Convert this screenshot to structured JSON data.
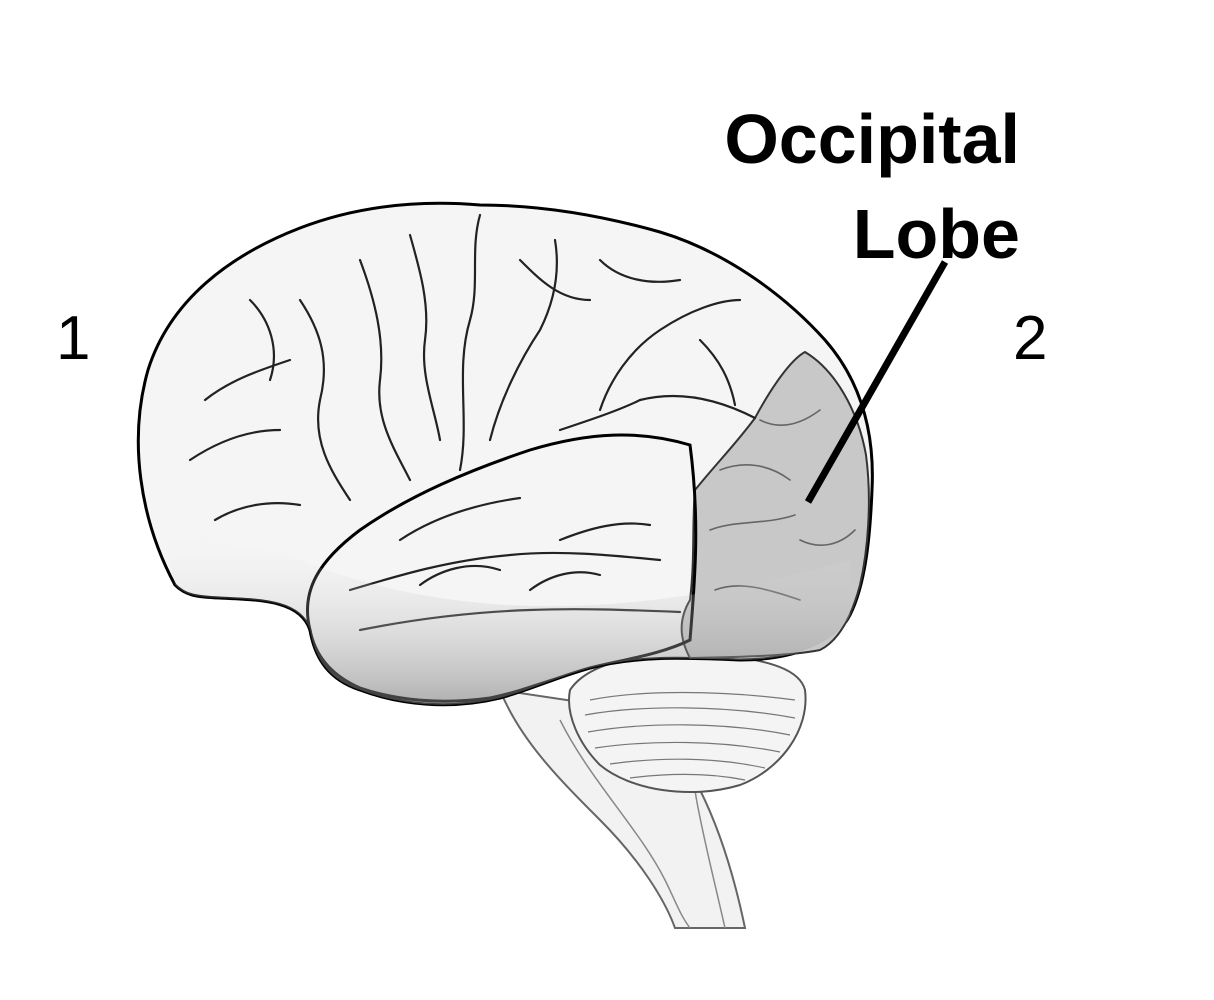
{
  "labels": {
    "lobe_line1": "Occipital",
    "lobe_line2": "Lobe",
    "left_number": "1",
    "right_number": "2"
  },
  "highlighted_region": "occipital lobe",
  "colors": {
    "background": "#ffffff",
    "outline": "#000000",
    "brain_fill": "#f5f5f5",
    "highlight_fill": "#c8c8c8",
    "shading": "#8a8a8a",
    "stem_fill": "#f2f2f2"
  }
}
